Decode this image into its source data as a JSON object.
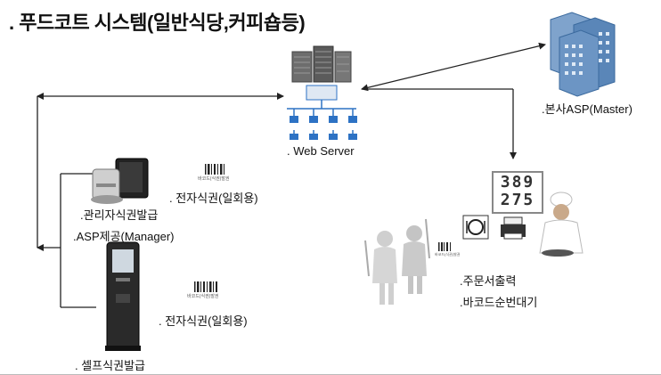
{
  "title": ". 푸드코트 시스템(일반식당,커피숍등)",
  "nodes": {
    "web_server": ". Web Server",
    "hq": ".본사ASP(Master)",
    "manager_issue": ".관리자식권발급",
    "asp_provide": ".ASP제공(Manager)",
    "e_ticket_top": ". 전자식권(일회용)",
    "e_ticket_bottom": ". 전자식권(일회용)",
    "self_issue": ". 셀프식권발급",
    "order_print": ".주문서출력",
    "barcode_queue": ".바코드순번대기"
  },
  "display_numbers": [
    "389",
    "275"
  ],
  "barcode_caption": "바코드(식권)발권",
  "icons": {
    "server": "server-rack-icon",
    "network": "network-hub-icon",
    "building": "office-building-icon",
    "pc": "desktop-pc-icon",
    "kiosk": "self-kiosk-icon",
    "barcode": "barcode-ticket-icon",
    "chef": "chef-icon",
    "people": "diners-icon",
    "printer": "printer-icon",
    "plate": "plate-icon"
  },
  "colors": {
    "line": "#222222",
    "building": "#5a86b8",
    "network": "#2d72c4"
  }
}
